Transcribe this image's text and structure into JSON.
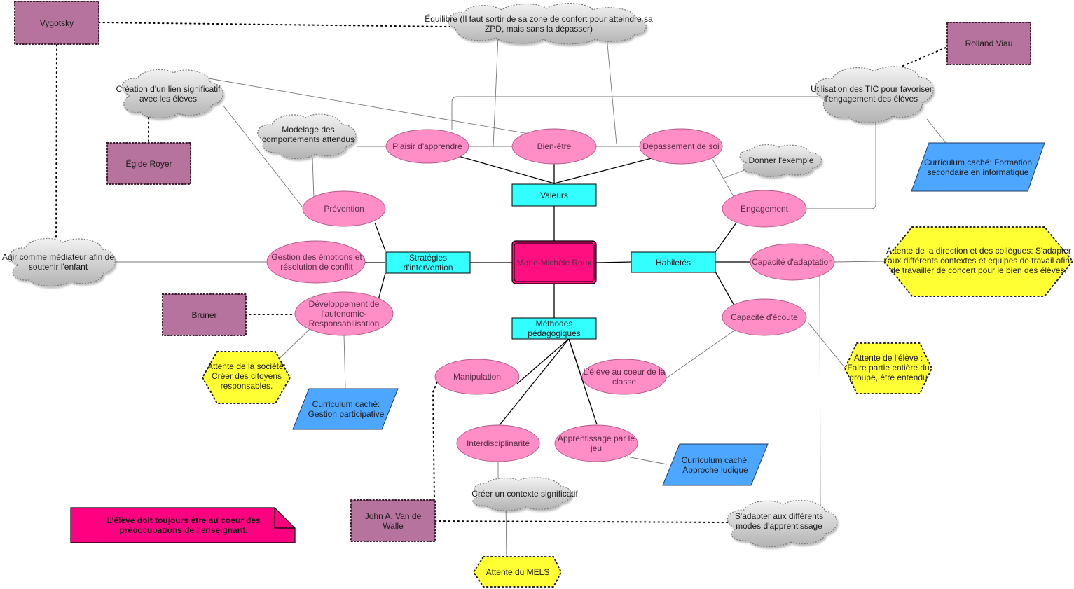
{
  "nodes": {
    "center": "Marie-Michèle Roux",
    "valeurs": "Valeurs",
    "strategies": "Stratégies d'intervention",
    "habiletes": "Habiletés",
    "methodes": "Méthodes pédagogiques",
    "plaisir": "Plaisir d'apprendre",
    "bienetre": "Bien-être",
    "depassement": "Dépassement de soi",
    "prevention": "Prévention",
    "gestion": "Gestion des émotions et résolution de conflit",
    "developpement": "Développement de l'autonomie-Responsabilisation",
    "engagement": "Engagement",
    "adaptation": "Capacité d'adaptation",
    "ecoute": "Capacité d'écoute",
    "manipulation": "Manipulation",
    "coeur": "L'élève au coeur de la classe",
    "interdisciplinarite": "Interdisciplinarité",
    "jeu": "Apprentissage par le jeu",
    "equilibre": "Équilibre (Il faut sortir de sa zone de confort pour atteindre sa ZPD, mais sans la dépasser)",
    "lien": "Création d'un lien significatif avec les élèves",
    "modelage": "Modelage des comportements attendus",
    "donner": "Donner l'exemple",
    "tic": "Utilisation des TIC pour favoriser l'engagement des élèves",
    "mediateur": "Agir comme médiateur afin de soutenir l'enfant",
    "contexte": "Créer un contexte significatif",
    "modes": "S'adapter aux différents modes d'apprentissage",
    "vygotsky": "Vygotsky",
    "egide": "Égide Royer",
    "rolland": "Rolland Viau",
    "bruner": "Bruner",
    "vanwalle": "John A. Van de Walle",
    "cc_info": "Curriculum caché: Formation secondaire en informatique",
    "cc_gestion": "Curriculum caché: Gestion participative",
    "cc_ludique": "Curriculum caché: Approche ludique",
    "att_direction": "Attente de la direction et des collègues: S'adapter aux différents contextes et équipes de travail afin de travailler de concert pour le bien des élèves.",
    "att_societe": "Attente de la société: Créer des citoyens responsables.",
    "att_eleve": "Attente de l'élève : Faire partie entière du groupe, être entendu",
    "att_mels": "Attente du MELS",
    "note": "L'élève doit toujours être au coeur des préoccupations de l'enseignant."
  },
  "colors": {
    "pink_ellipse": "#ff8ec6",
    "center_fill": "#ff0f80",
    "cyan_box": "#33ffff",
    "purple_box": "#b5739d",
    "blue_para": "#4da6ff",
    "yellow_hex": "#ffff33",
    "cloud_gray": "#c6c6c6",
    "note_fill": "#ff0080"
  }
}
